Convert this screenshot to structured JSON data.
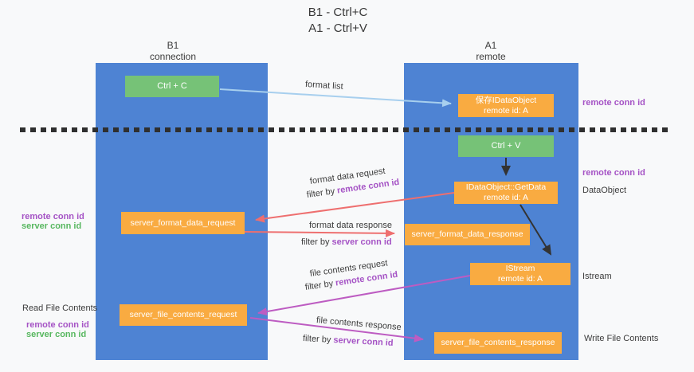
{
  "title": {
    "line1": "B1 - Ctrl+C",
    "line2": "A1 - Ctrl+V"
  },
  "columns": {
    "left": {
      "name": "B1",
      "subtitle": "connection"
    },
    "right": {
      "name": "A1",
      "subtitle": "remote"
    }
  },
  "boxes": {
    "ctrl_c": "Ctrl + C",
    "ctrl_v": "Ctrl + V",
    "save_idataobject": {
      "line1": "保存IDataObject",
      "line2": "remote id: A"
    },
    "getdata": {
      "line1": "IDataObject::GetData",
      "line2": "remote id: A"
    },
    "istream": {
      "line1": "IStream",
      "line2": "remote id: A"
    },
    "format_request": "server_format_data_request",
    "format_response": "server_format_data_response",
    "file_request": "server_file_contents_request",
    "file_response": "server_file_contents_response"
  },
  "arrow_labels": {
    "format_list": "format list",
    "format_data_request": "format data request",
    "format_data_response": "format data response",
    "file_contents_request": "file contents request",
    "file_contents_response": "file contents response",
    "filter_by": "filter by",
    "remote_conn_id": "remote conn id",
    "server_conn_id": "server conn id"
  },
  "side_labels": {
    "remote_conn_id": "remote conn id",
    "server_conn_id": "server conn id",
    "dataobject": "DataObject",
    "istream": "Istream",
    "read_file_contents": "Read File Contents",
    "write_file_contents": "Write File Contents"
  },
  "colors": {
    "column_blue": "#4e83d3",
    "box_green": "#76c277",
    "box_orange": "#f9ab41",
    "arrow_light_blue": "#a7cfee",
    "arrow_red": "#ee6f6f",
    "arrow_magenta": "#bd5cc2",
    "arrow_black": "#333333",
    "text_purple": "#a553c5",
    "text_green": "#57b75f",
    "dashed_line": "#2f2f2f"
  }
}
